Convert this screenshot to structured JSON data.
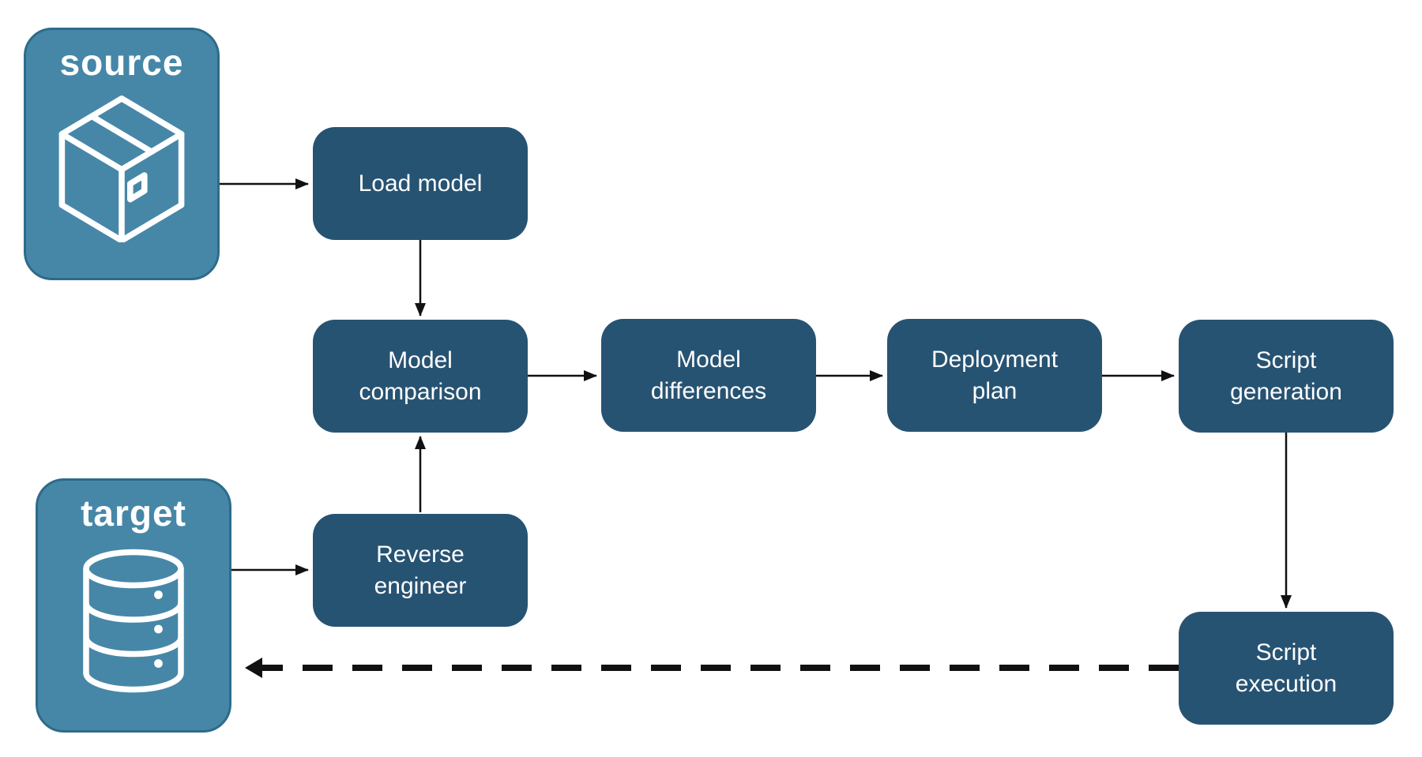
{
  "diagram": {
    "endpoints": [
      {
        "id": "source",
        "label": "source",
        "icon": "package-icon"
      },
      {
        "id": "target",
        "label": "target",
        "icon": "database-icon"
      }
    ],
    "nodes": [
      {
        "id": "load-model",
        "label": "Load model"
      },
      {
        "id": "model-comparison",
        "label": "Model comparison"
      },
      {
        "id": "model-differences",
        "label": "Model differences"
      },
      {
        "id": "deployment-plan",
        "label": "Deployment plan"
      },
      {
        "id": "script-generation",
        "label": "Script generation"
      },
      {
        "id": "reverse-engineer",
        "label": "Reverse engineer"
      },
      {
        "id": "script-execution",
        "label": "Script execution"
      }
    ],
    "edges": [
      {
        "from": "source",
        "to": "load-model",
        "style": "solid"
      },
      {
        "from": "load-model",
        "to": "model-comparison",
        "style": "solid"
      },
      {
        "from": "target",
        "to": "reverse-engineer",
        "style": "solid"
      },
      {
        "from": "reverse-engineer",
        "to": "model-comparison",
        "style": "solid"
      },
      {
        "from": "model-comparison",
        "to": "model-differences",
        "style": "solid"
      },
      {
        "from": "model-differences",
        "to": "deployment-plan",
        "style": "solid"
      },
      {
        "from": "deployment-plan",
        "to": "script-generation",
        "style": "solid"
      },
      {
        "from": "script-generation",
        "to": "script-execution",
        "style": "solid"
      },
      {
        "from": "script-execution",
        "to": "target",
        "style": "dashed"
      }
    ],
    "colors": {
      "endpoint_fill": "#4687A8",
      "endpoint_border": "#2E6B8A",
      "node_fill": "#275373",
      "text": "#FFFFFF",
      "edge": "#111111",
      "background": "#FFFFFF"
    }
  }
}
